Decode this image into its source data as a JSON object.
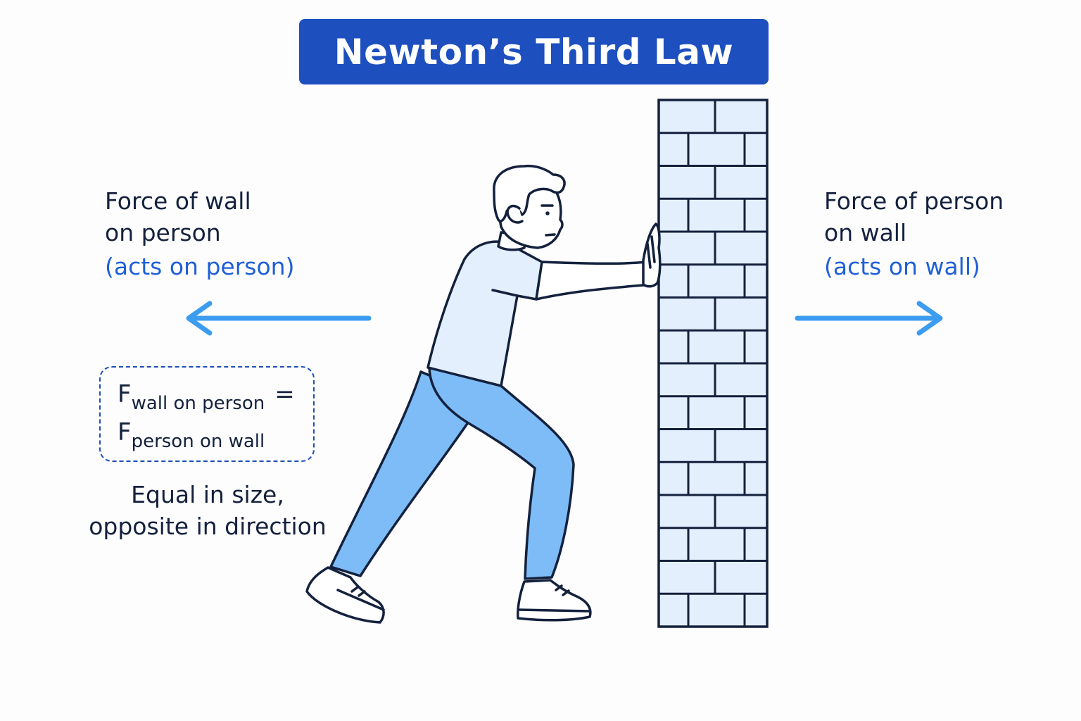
{
  "title": "Newton’s Third Law",
  "left_force": {
    "line1": "Force of wall",
    "line2": "on person",
    "acts_on": "(acts on person)"
  },
  "right_force": {
    "line1": "Force of person",
    "line2": "on wall",
    "acts_on": "(acts on wall)"
  },
  "equation": {
    "symbol": "F",
    "term1_subscript": "wall on person",
    "equals": "=",
    "term2_subscript": "person on wall"
  },
  "caption": {
    "line1": "Equal in size,",
    "line2": "opposite in direction"
  },
  "colors": {
    "title_bg": "#1d4fbf",
    "arrow": "#3b9cf0",
    "acts_on_text": "#1f5fd6",
    "brick_fill": "#e3effd",
    "outline": "#14213d",
    "pants": "#7dbcf7",
    "shirt": "#e3effd"
  },
  "icons": {
    "left_arrow": "arrow-left-icon",
    "right_arrow": "arrow-right-icon"
  }
}
